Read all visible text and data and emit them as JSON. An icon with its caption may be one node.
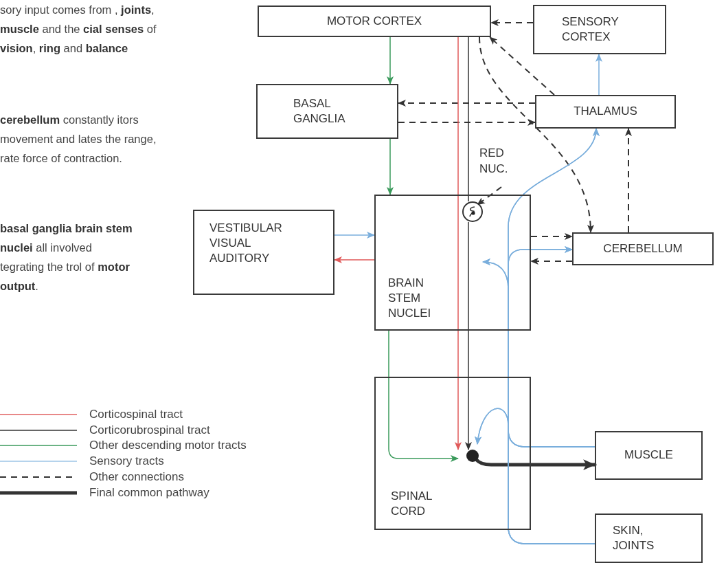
{
  "diagram": {
    "nodes": [
      {
        "text": [
          "MOTOR CORTEX"
        ]
      },
      {
        "text": [
          "SENSORY CORTEX"
        ]
      },
      {
        "text": [
          "BASAL GANGLIA"
        ]
      },
      {
        "text": [
          "THALAMUS"
        ]
      },
      {
        "text": [
          "RED NUC."
        ]
      },
      {
        "text": [
          "VESTIBULAR VISUAL AUDITORY"
        ]
      },
      {
        "text": [
          "BRAIN STEM NUCLEI"
        ]
      },
      {
        "text": [],
        "shape": "circle",
        "in": 6
      },
      {
        "text": [
          "CEREBELLUM"
        ]
      },
      {
        "text": [
          "SPINAL CORD"
        ]
      },
      {
        "text": [],
        "shape": "circle",
        "in": 9
      },
      {
        "text": [
          "MUSCLE"
        ]
      },
      {
        "text": [
          "SKIN, JOINTS"
        ]
      }
    ],
    "edges": [
      {
        "from": 1,
        "to": 0,
        "arrow": "to",
        "style": "dashed",
        "color": "#333333"
      },
      {
        "from": 0,
        "to": 2,
        "arrow": "to",
        "color": "#3a9a5b"
      },
      {
        "from": 3,
        "to": 2,
        "arrow": "to",
        "style": "dashed",
        "color": "#333333"
      },
      {
        "from": 2,
        "to": 3,
        "arrow": "to",
        "style": "dashed",
        "color": "#333333"
      },
      {
        "from": 3,
        "to": 0,
        "arrow": "to",
        "style": "dashed",
        "color": "#333333"
      },
      {
        "from": 3,
        "to": 1,
        "arrow": "to",
        "color": "#7aaedc"
      },
      {
        "from": 2,
        "to": 6,
        "arrow": "to",
        "color": "#3a9a5b"
      },
      {
        "from": 4,
        "to": 7,
        "arrow": "to",
        "style": "dashed",
        "color": "#333333"
      },
      {
        "from": 0,
        "to": 10,
        "arrow": "to",
        "color": "#e05a5a"
      },
      {
        "from": 0,
        "to": 7,
        "arrow": "none",
        "color": "#333333"
      },
      {
        "from": 7,
        "to": 10,
        "arrow": "to",
        "color": "#333333"
      },
      {
        "from": 0,
        "to": 8,
        "arrow": "to",
        "style": "dashed",
        "color": "#333333"
      },
      {
        "from": 8,
        "to": 3,
        "arrow": "to",
        "style": "dashed",
        "color": "#333333"
      },
      {
        "from": 6,
        "to": 8,
        "arrow": "to",
        "style": "dashed",
        "color": "#333333"
      },
      {
        "from": 8,
        "to": 6,
        "arrow": "to",
        "style": "dashed",
        "color": "#333333"
      },
      {
        "from": 5,
        "to": 6,
        "arrow": "to",
        "color": "#7aaedc"
      },
      {
        "from": 6,
        "to": 5,
        "arrow": "to",
        "color": "#e05a5a"
      },
      {
        "from": 6,
        "to": 10,
        "arrow": "to",
        "color": "#3a9a5b"
      },
      {
        "from": 10,
        "to": 11,
        "arrow": "to",
        "style": "thick",
        "color": "#333333"
      },
      {
        "from": 11,
        "to": 3,
        "arrow": "to",
        "color": "#7aaedc"
      },
      {
        "from": 11,
        "to": 8,
        "arrow": "to",
        "color": "#7aaedc"
      },
      {
        "from": 11,
        "to": null,
        "arrow": "to",
        "color": "#7aaedc"
      },
      {
        "from": 11,
        "to": 10,
        "arrow": "to",
        "color": "#7aaedc"
      },
      {
        "from": 12,
        "to": 3,
        "arrow": "to",
        "color": "#7aaedc"
      },
      {
        "from": 12,
        "to": 8,
        "arrow": "to",
        "color": "#7aaedc"
      },
      {
        "from": 12,
        "to": null,
        "arrow": "to",
        "color": "#7aaedc"
      },
      {
        "from": 12,
        "to": 10,
        "arrow": "to",
        "color": "#7aaedc"
      }
    ],
    "labels": [
      "sory input comes from , **joints**, **muscle** and the **cial senses** of **vision**, **ring** and **balance**",
      "**cerebellum** constantly itors movement and lates the range, rate force of contraction.",
      "**basal ganglia** **brain stem nuclei** all involved tegrating the trol of **motor output**."
    ],
    "legend": [
      {
        "text": "Corticospinal tract"
      },
      {
        "text": "Corticorubrospinal tract"
      },
      {
        "text": "Other descending motor tracts"
      },
      {
        "text": "Sensory tracts"
      },
      {
        "text": "Other connections"
      },
      {
        "text": "Final common pathway"
      }
    ]
  }
}
